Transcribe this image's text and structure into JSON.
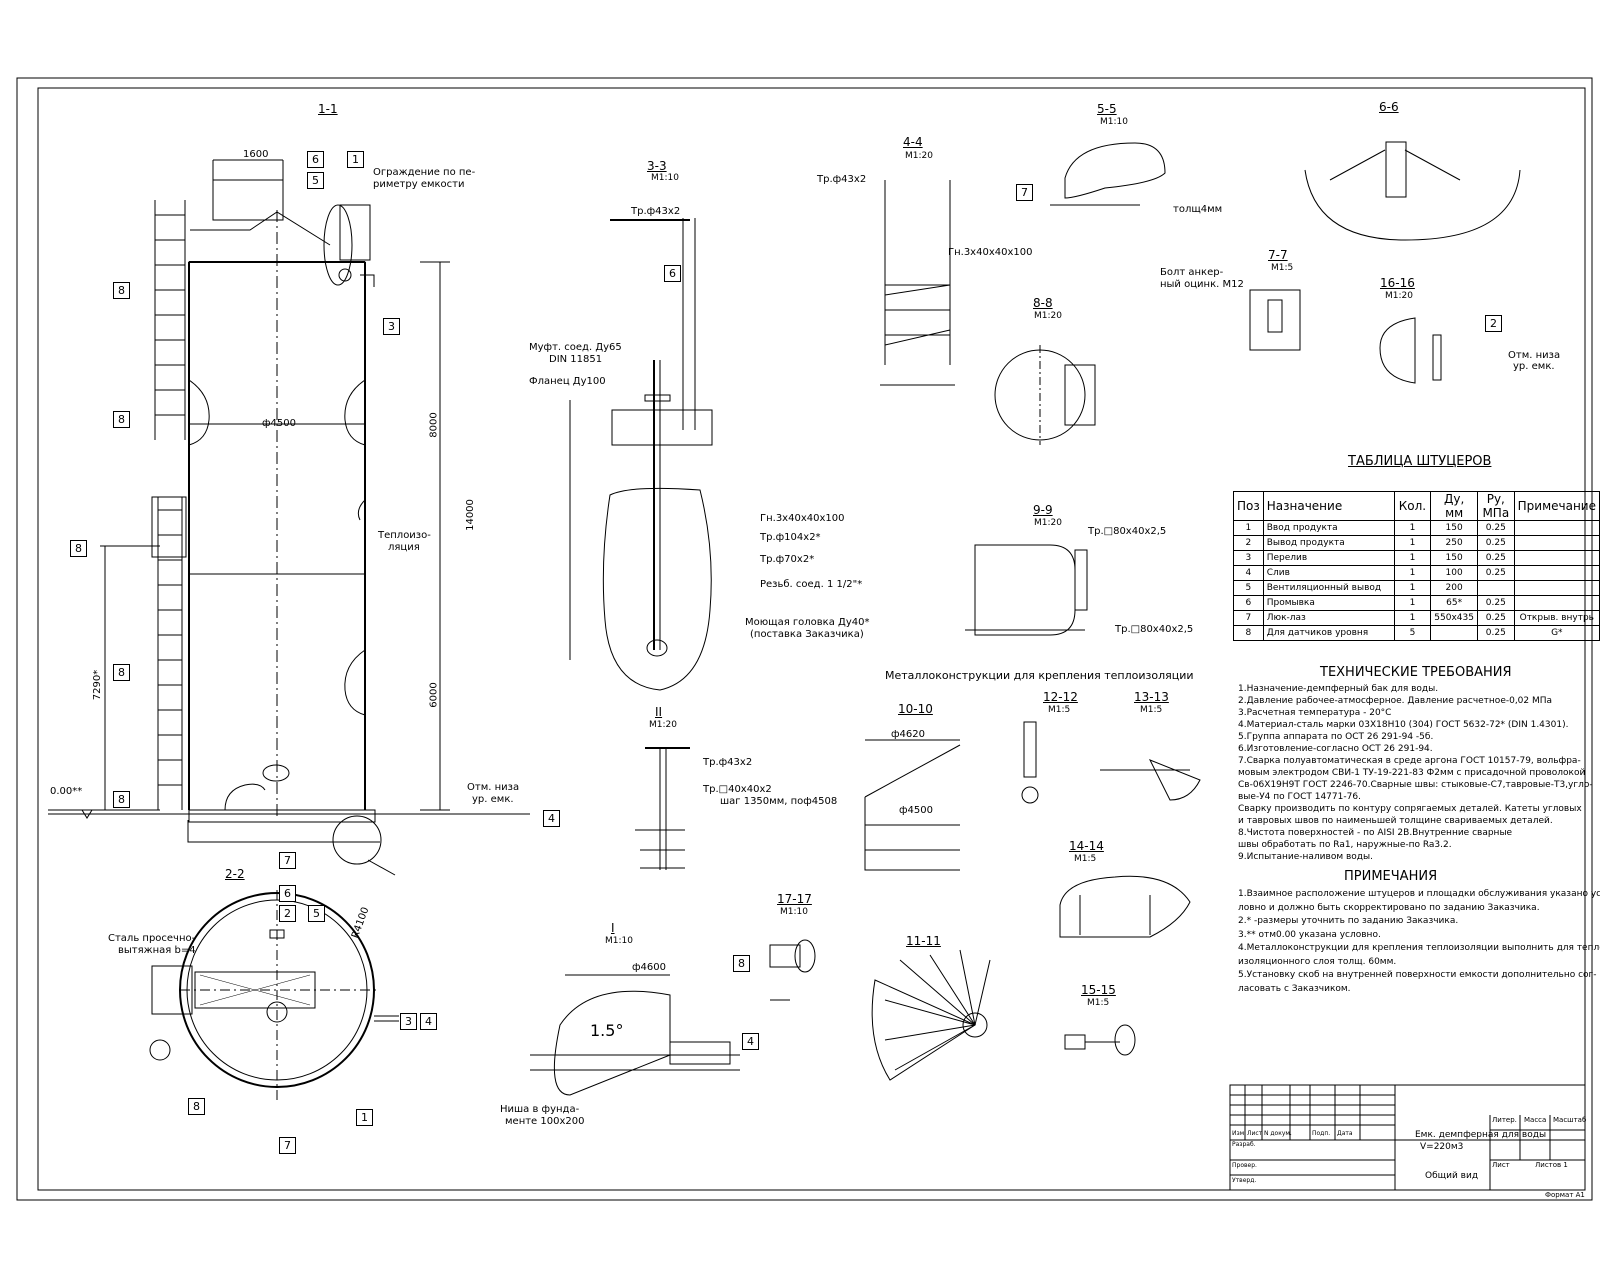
{
  "sections": {
    "s11": "1-1",
    "s22": "2-2",
    "s33": "3-3",
    "s44": "4-4",
    "s55": "5-5",
    "s66": "6-6",
    "s77": "7-7",
    "s88": "8-8",
    "s99": "9-9",
    "s1010": "10-10",
    "s1111": "11-11",
    "s1212": "12-12",
    "s1313": "13-13",
    "s1414": "14-14",
    "s1515": "15-15",
    "s1616": "16-16",
    "s1717": "17-17",
    "sII": "II",
    "sI": "I"
  },
  "scales": {
    "m110": "M1:10",
    "m120": "M1:20",
    "m15": "M1:5"
  },
  "labels": {
    "fence": "Ограждение по пе-",
    "fence2": "риметру емкости",
    "insul": "Теплоизо-",
    "insul2": "ляция",
    "bottom": "Отм. низа",
    "bottom2": "ур. емк.",
    "zero": "0.00**",
    "steel": "Сталь просечно-",
    "steel2": "вытяжная b=4",
    "niche": "Ниша в фунда-",
    "niche2": "менте 100х200",
    "mufta": "Муфт. соед. Ду65",
    "din": "DIN 11851",
    "flange": "Фланец Ду100",
    "tr43": "Тр.ф43х2",
    "tr40": "Тр.□40х40х2",
    "gn": "Гн.3х40х40х100",
    "tr104": "Тр.ф104х2*",
    "tr70": "Тр.ф70х2*",
    "rez": "Резьб. соед. 1 1/2\"*",
    "head": "Моющая головка Ду40*",
    "head2": "(поставка Заказчика)",
    "bolt": "Болт анкер-",
    "bolt2": "ный оцинк. М12",
    "tol": "толщ4мм",
    "metal": "Металлоконструкции для крепления теплоизоляции",
    "tr80": "Тр.□80х40х2,5",
    "shag": "шаг 1350мм, поф4508",
    "dia4500": "ф4500",
    "dia4600": "ф4600",
    "dia4620": "ф4620",
    "dim14000": "14000",
    "dim8000": "8000",
    "dim6000": "6000",
    "dim7290": "7290*",
    "dim1600": "1600",
    "r4100": "R4100",
    "slope": "1.5°"
  },
  "nozzle_table": {
    "title": "ТАБЛИЦА ШТУЦЕРОВ",
    "headers": [
      "Поз",
      "Назначение",
      "Кол.",
      "Ду, мм",
      "Ру, МПа",
      "Примечание"
    ],
    "rows": [
      [
        "1",
        "Ввод продукта",
        "1",
        "150",
        "0.25",
        ""
      ],
      [
        "2",
        "Вывод продукта",
        "1",
        "250",
        "0.25",
        ""
      ],
      [
        "3",
        "Перелив",
        "1",
        "150",
        "0.25",
        ""
      ],
      [
        "4",
        "Слив",
        "1",
        "100",
        "0.25",
        ""
      ],
      [
        "5",
        "Вентиляционный вывод",
        "1",
        "200",
        "",
        ""
      ],
      [
        "6",
        "Промывка",
        "1",
        "65*",
        "0.25",
        ""
      ],
      [
        "7",
        "Люк-лаз",
        "1",
        "550х435",
        "0.25",
        "Открыв. внутрь"
      ],
      [
        "8",
        "Для датчиков уровня",
        "5",
        "",
        "0.25",
        "G*"
      ]
    ]
  },
  "tech_req": {
    "title": "ТЕХНИЧЕСКИЕ ТРЕБОВАНИЯ",
    "lines": [
      "1.Назначение-демпферный бак для воды.",
      "2.Давление рабочее-атмосферное. Давление расчетное-0,02 МПа",
      "3.Расчетная температура -  20°С",
      "4.Материал-сталь марки  03Х18Н10 (304) ГОСТ 5632-72* (DIN 1.4301).",
      "5.Группа аппарата по ОСТ 26 291-94  -5б.",
      "6.Изготовление-согласно ОСТ 26 291-94.",
      "7.Сварка  полуавтоматическая в среде аргона ГОСТ 10157-79, вольфра-",
      "мовым электродом СВИ-1 ТУ-19-221-83  Ф2мм с присадочной проволокой",
      "Св-06Х19Н9Т ГОСТ 2246-70.Сварные швы: стыковые-С7,тавровые-Т3,угло-",
      "вые-У4 по ГОСТ 14771-76.",
      "Сварку производить по контуру сопрягаемых деталей. Катеты угловых",
      "и тавровых швов по наименьшей толщине свариваемых деталей.",
      "8.Чистота поверхностей - по AISI 2B.Внутренние сварные",
      "швы обработать по Ra1, наружные-по Ra3.2.",
      "9.Испытание-наливом воды."
    ]
  },
  "notes": {
    "title": "ПРИМЕЧАНИЯ",
    "lines": [
      "1.Взаимное расположение штуцеров и площадки обслуживания указано ус-",
      "ловно и должно быть скорректировано по заданию Заказчика.",
      "2.* -размеры уточнить по заданию Заказчика.",
      "3.** отм0.00 указана условно.",
      "4.Металлоконструкции для крепления теплоизоляции выполнить для тепло-",
      "изоляционного слоя толщ. 60мм.",
      "5.Установку скоб на внутренней поверхности емкости дополнительно сог-",
      "ласовать с Заказчиком."
    ]
  },
  "stamp": {
    "name1": "Емк. демпферная для воды",
    "name2": "V=220м3",
    "view": "Общий вид",
    "lit": "Литер.",
    "mass": "Масса",
    "scale": "Масштаб",
    "sheet": "Лист",
    "sheets": "Листов 1",
    "izm": "Изм",
    "list": "Лист",
    "ndoc": "N докум.",
    "podp": "Подп.",
    "data": "Дата",
    "razrab": "Разраб.",
    "prov": "Провер.",
    "utv": "Утверд.",
    "format": "Формат А1"
  },
  "positions": [
    "1",
    "2",
    "3",
    "4",
    "5",
    "6",
    "7",
    "8"
  ]
}
